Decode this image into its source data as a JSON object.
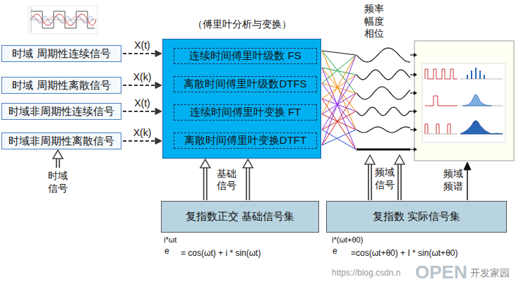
{
  "diagram": {
    "nodes": [
      {
        "text": [
          "时域 周期性连续信号"
        ]
      },
      {
        "text": [
          "时域 周期性离散信号"
        ]
      },
      {
        "text": [
          "时域非周期性连续信号"
        ]
      },
      {
        "text": [
          "时域非周期性离散信号"
        ]
      },
      {
        "text": [
          "（傅里叶分析与变换）"
        ]
      },
      {
        "text": [
          "连续时间傅里叶级数 FS"
        ],
        "in": 4
      },
      {
        "text": [
          "离散时间傅里叶级数DTFS"
        ],
        "in": 4
      },
      {
        "text": [
          "连续时间傅里叶变换 FT"
        ],
        "in": 4
      },
      {
        "text": [
          "离散时间傅里叶变换DTFT"
        ],
        "in": 4
      },
      {
        "text": [
          "复指数正交 基础信号集"
        ]
      },
      {
        "text": [
          "复指数 实际信号集"
        ]
      }
    ],
    "edges": [
      {
        "from": 0,
        "to": 4,
        "label": "X(t)",
        "arrow": "to"
      },
      {
        "from": 1,
        "to": 4,
        "label": "X(k)",
        "arrow": "to"
      },
      {
        "from": 2,
        "to": 4,
        "label": "X(t)",
        "arrow": "to"
      },
      {
        "from": 3,
        "to": 4,
        "label": "X(k)",
        "arrow": "to"
      },
      {
        "from": 9,
        "to": 4,
        "label": "基础 信号",
        "arrow": "to"
      },
      {
        "from": 9,
        "to": 4,
        "arrow": "to"
      }
    ],
    "labels": [
      "频率 幅度 相位",
      "时域 信号",
      "频域 信号",
      "频域 频谱",
      "i*ωt",
      "e",
      "= cos(ωt) + i * sin(ωt)",
      "i*(ωt+θ0)",
      "e",
      "=cos(ωt+θ0) + I * sin(ωt+θ0)",
      "https://blog.csdn.n",
      "OPEN",
      "开发家园"
    ]
  }
}
